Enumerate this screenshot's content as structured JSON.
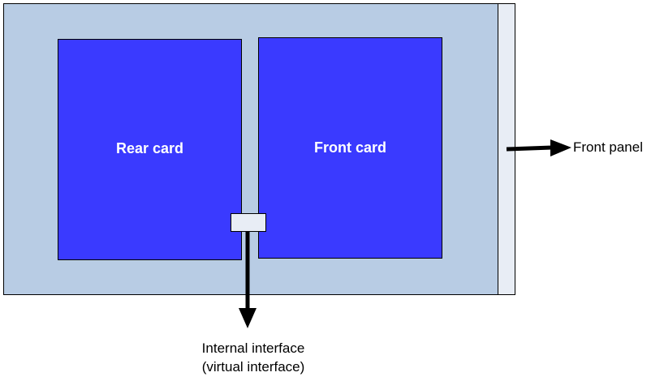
{
  "cards": {
    "rear": "Rear card",
    "front": "Front card"
  },
  "labels": {
    "front_panel": "Front panel",
    "internal_line1": "Internal interface",
    "internal_line2": "(virtual interface)"
  },
  "colors": {
    "chassis": "#b8cce4",
    "panel": "#e8edf5",
    "card": "#3a3aff",
    "card_text": "#ffffff"
  }
}
